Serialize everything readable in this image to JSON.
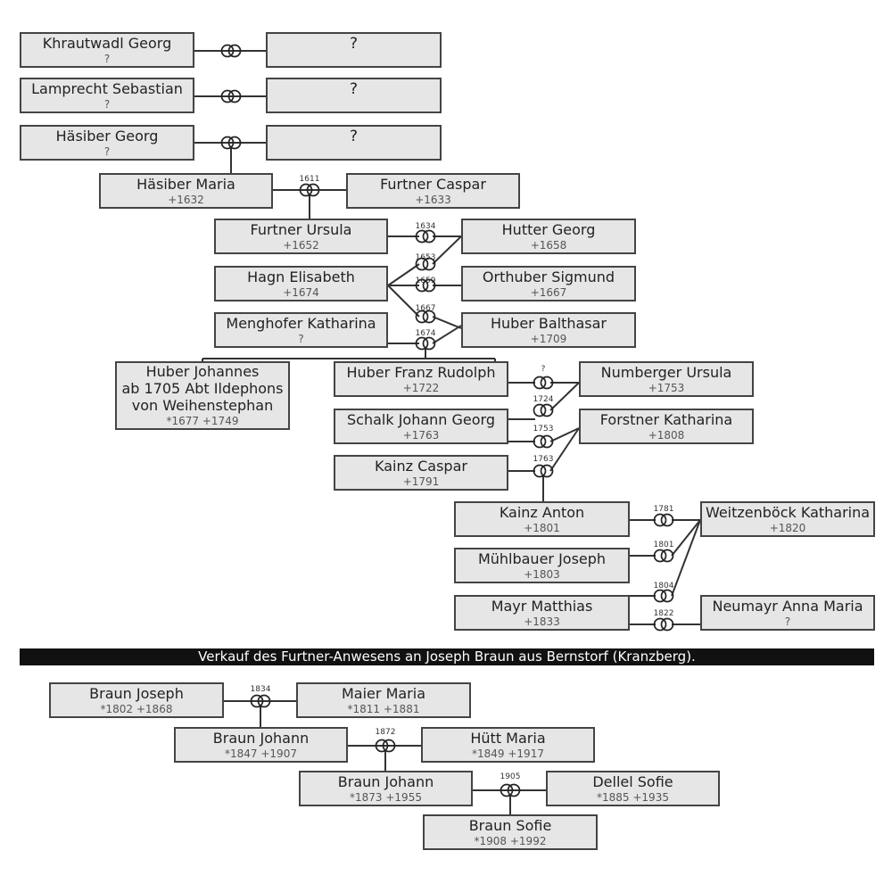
{
  "persons": {
    "khrautwadl_georg": {
      "name": "Khrautwadl Georg",
      "dates": "?"
    },
    "unknown_1": {
      "name": "?",
      "dates": ""
    },
    "lamprecht_sebastian": {
      "name": "Lamprecht Sebastian",
      "dates": "?"
    },
    "unknown_2": {
      "name": "?",
      "dates": ""
    },
    "haesiber_georg": {
      "name": "Häsiber Georg",
      "dates": "?"
    },
    "unknown_3": {
      "name": "?",
      "dates": ""
    },
    "haesiber_maria": {
      "name": "Häsiber Maria",
      "dates": "+1632"
    },
    "furtner_caspar": {
      "name": "Furtner Caspar",
      "dates": "+1633"
    },
    "furtner_ursula": {
      "name": "Furtner Ursula",
      "dates": "+1652"
    },
    "hutter_georg": {
      "name": "Hutter Georg",
      "dates": "+1658"
    },
    "hagn_elisabeth": {
      "name": "Hagn Elisabeth",
      "dates": "+1674"
    },
    "orthuber_sigmund": {
      "name": "Orthuber Sigmund",
      "dates": "+1667"
    },
    "menghofer_katharina": {
      "name": "Menghofer Katharina",
      "dates": "?"
    },
    "huber_balthasar": {
      "name": "Huber Balthasar",
      "dates": "+1709"
    },
    "huber_johannes": {
      "name_line1": "Huber Johannes",
      "name_line2": "ab 1705 Abt Ildephons",
      "name_line3": "von Weihenstephan",
      "dates": "*1677 +1749"
    },
    "huber_franz_rudolph": {
      "name": "Huber Franz Rudolph",
      "dates": "+1722"
    },
    "numberger_ursula": {
      "name": "Numberger Ursula",
      "dates": "+1753"
    },
    "schalk_johann_georg": {
      "name": "Schalk Johann Georg",
      "dates": "+1763"
    },
    "forstner_katharina": {
      "name": "Forstner Katharina",
      "dates": "+1808"
    },
    "kainz_caspar": {
      "name": "Kainz Caspar",
      "dates": "+1791"
    },
    "kainz_anton": {
      "name": "Kainz Anton",
      "dates": "+1801"
    },
    "weitzenboeck_katharina": {
      "name": "Weitzenböck Katharina",
      "dates": "+1820"
    },
    "muehlbauer_joseph": {
      "name": "Mühlbauer Joseph",
      "dates": "+1803"
    },
    "mayr_matthias": {
      "name": "Mayr Matthias",
      "dates": "+1833"
    },
    "neumayr_anna_maria": {
      "name": "Neumayr Anna Maria",
      "dates": "?"
    },
    "braun_joseph": {
      "name": "Braun Joseph",
      "dates": "*1802 +1868"
    },
    "maier_maria": {
      "name": "Maier Maria",
      "dates": "*1811 +1881"
    },
    "braun_johann_1": {
      "name": "Braun Johann",
      "dates": "*1847 +1907"
    },
    "huett_maria": {
      "name": "Hütt Maria",
      "dates": "*1849 +1917"
    },
    "braun_johann_2": {
      "name": "Braun Johann",
      "dates": "*1873 +1955"
    },
    "dellel_sofie": {
      "name": "Dellel Sofie",
      "dates": "*1885 +1935"
    },
    "braun_sofie": {
      "name": "Braun Sofie",
      "dates": "*1908 +1992"
    }
  },
  "marriage_years": {
    "m1611": "1611",
    "m1634": "1634",
    "m1653": "1653",
    "m1659": "1659",
    "m1667": "1667",
    "m1674": "1674",
    "m_unknown": "?",
    "m1724": "1724",
    "m1753": "1753",
    "m1763": "1763",
    "m1781": "1781",
    "m1801": "1801",
    "m1804": "1804",
    "m1822": "1822",
    "m1834": "1834",
    "m1872": "1872",
    "m1905": "1905"
  },
  "banner": "Verkauf des Furtner-Anwesens an Joseph Braun aus Bernstorf (Kranzberg)."
}
